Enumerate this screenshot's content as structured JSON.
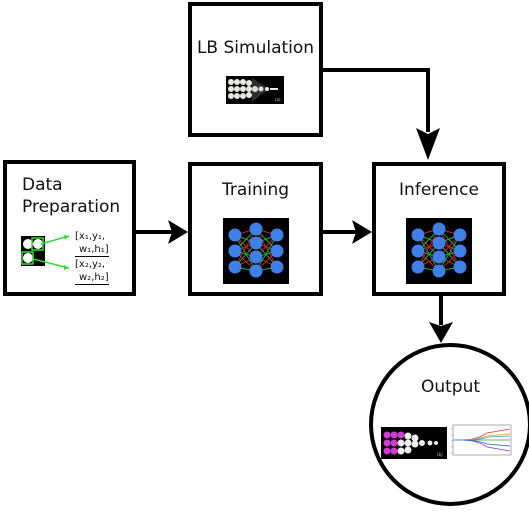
{
  "nodes": {
    "lb_simulation": {
      "label": "LB Simulation"
    },
    "data_preparation": {
      "label_line1": "Data",
      "label_line2": "Preparation"
    },
    "training": {
      "label": "Training"
    },
    "inference": {
      "label": "Inference"
    },
    "output": {
      "label": "Output"
    }
  },
  "annotations": {
    "box1_line1": "[x₁,y₁,",
    "box1_line2": "w₁,h₁]",
    "box2_line1": "[x₂,y₂,",
    "box2_line2": "w₂,h₂]"
  },
  "colors": {
    "neuron": "#3f7fe8",
    "edge_red": "#cc2222",
    "edge_green": "#22aa44",
    "bbox_green": "#33dd33",
    "particle_magenta": "#d13ad6"
  }
}
